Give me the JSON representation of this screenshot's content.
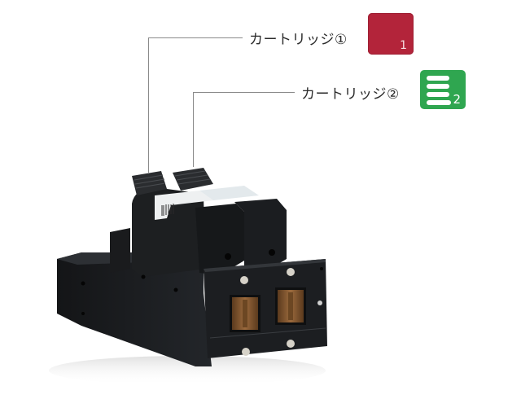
{
  "callouts": [
    {
      "label": "カートリッジ①",
      "icon": "cartridge-red-icon",
      "icon_color": "#b3243a",
      "icon_number": "1"
    },
    {
      "label": "カートリッジ②",
      "icon": "cartridge-green-lines-icon",
      "icon_color": "#2fa650",
      "icon_number": "2"
    }
  ],
  "product": {
    "name": "printhead-with-two-cartridges",
    "body_color": "#1b1d1f",
    "label_color": "#f0f1f2",
    "nozzle_color": "#8a5a32"
  }
}
